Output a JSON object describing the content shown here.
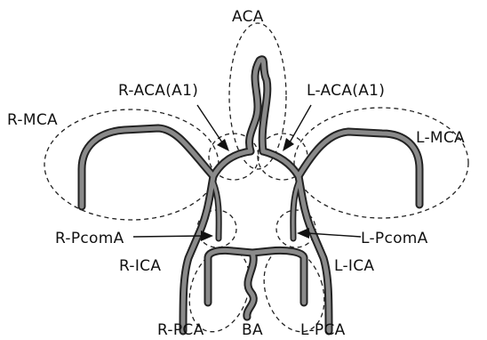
{
  "labels": {
    "aca": "ACA",
    "r_aca_a1": "R-ACA(A1)",
    "l_aca_a1": "L-ACA(A1)",
    "r_mca": "R-MCA",
    "l_mca": "L-MCA",
    "r_pcoma": "R-PcomA",
    "l_pcoma": "L-PcomA",
    "r_ica": "R-ICA",
    "l_ica": "L-ICA",
    "r_pca": "R-PCA",
    "ba": "BA",
    "l_pca": "L-PCA"
  }
}
